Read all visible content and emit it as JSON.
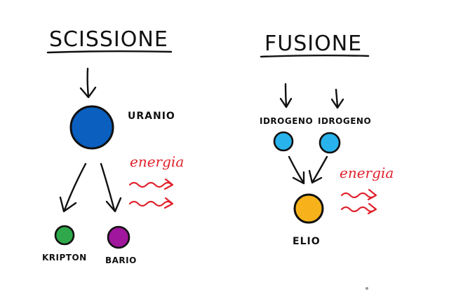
{
  "colors": {
    "ink": "#111111",
    "energy": "#e0202a",
    "uranio": "#0a5fbf",
    "kripton": "#2ea84a",
    "bario": "#a0169c",
    "idrogeno": "#29b3ec",
    "elio": "#f7b21b"
  },
  "fission": {
    "title": "SCISSIONE",
    "parent_label": "URANIO",
    "products": [
      "KRIPTON",
      "BARIO"
    ],
    "energy_label": "energia"
  },
  "fusion": {
    "title": "FUSIONE",
    "inputs": [
      "IDROGENO",
      "IDROGENO"
    ],
    "product_label": "ELIO",
    "energy_label": "energia"
  }
}
